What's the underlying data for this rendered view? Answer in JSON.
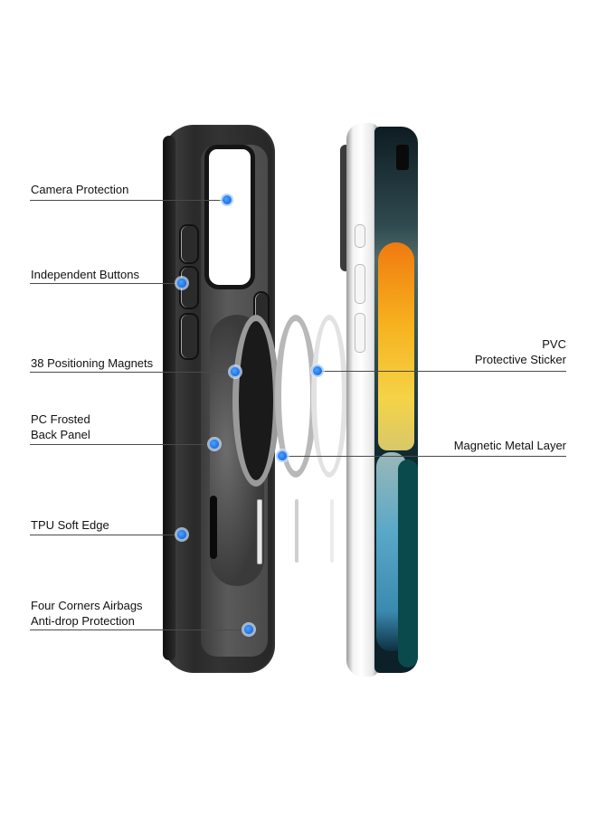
{
  "callouts": {
    "camera_protection": "Camera Protection",
    "independent_buttons": "Independent Buttons",
    "positioning_magnets": "38 Positioning Magnets",
    "pc_frosted_line1": "PC Frosted",
    "pc_frosted_line2": "Back Panel",
    "tpu_soft_edge": "TPU Soft Edge",
    "airbags_line1": "Four Corners Airbags",
    "airbags_line2": "Anti-drop Protection",
    "pvc_line1": "PVC",
    "pvc_line2": "Protective Sticker",
    "magnetic_metal_layer": "Magnetic Metal Layer"
  },
  "colors": {
    "marker_blue": "#1f6fe0",
    "leader_line": "#4a4a4a",
    "case_black": "#2a2a2a",
    "background": "#ffffff"
  }
}
